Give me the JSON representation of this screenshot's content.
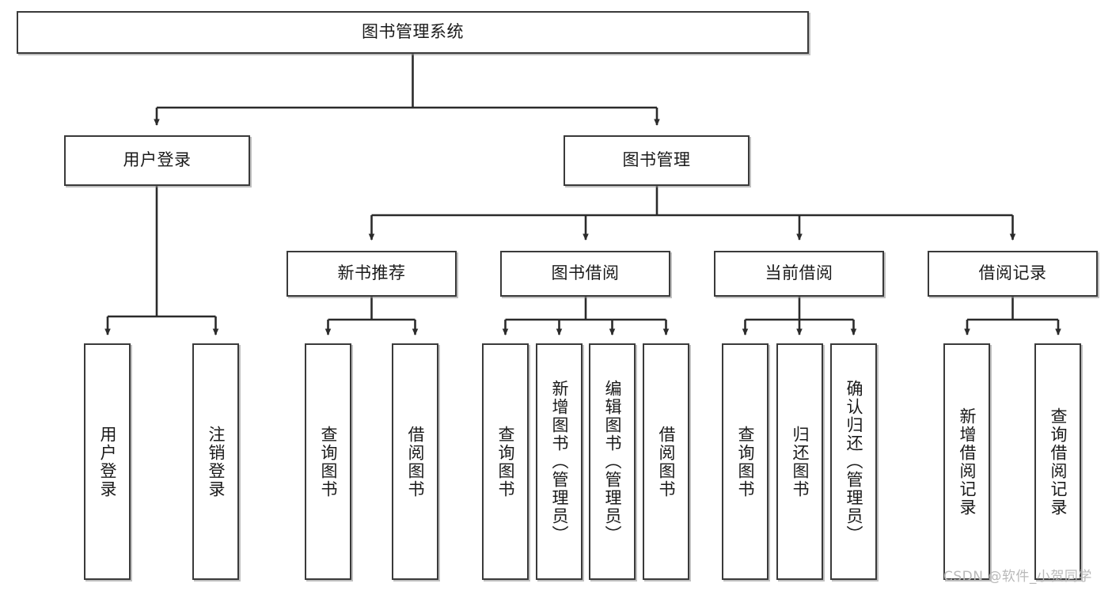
{
  "diagram": {
    "type": "tree-hierarchy",
    "title": "图书管理系统",
    "orientation": "top-down",
    "colors": {
      "box_border": "#3a3a3a",
      "box_fill": "#ffffff",
      "connector": "#2b2b2b",
      "text": "#1a1a1a",
      "watermark": "#b9b9b9",
      "background": "#ffffff"
    },
    "levels": [
      {
        "level": 1,
        "nodes": [
          {
            "id": "root",
            "label": "图书管理系统",
            "text_orientation": "horizontal"
          }
        ]
      },
      {
        "level": 2,
        "nodes": [
          {
            "id": "user-login",
            "label": "用户登录",
            "text_orientation": "horizontal",
            "parent": "root"
          },
          {
            "id": "book-manage",
            "label": "图书管理",
            "text_orientation": "horizontal",
            "parent": "root"
          }
        ]
      },
      {
        "level": 3,
        "nodes": [
          {
            "id": "new-book-rec",
            "label": "新书推荐",
            "text_orientation": "horizontal",
            "parent": "book-manage"
          },
          {
            "id": "book-borrow",
            "label": "图书借阅",
            "text_orientation": "horizontal",
            "parent": "book-manage"
          },
          {
            "id": "current-borrow",
            "label": "当前借阅",
            "text_orientation": "horizontal",
            "parent": "book-manage"
          },
          {
            "id": "borrow-record",
            "label": "借阅记录",
            "text_orientation": "horizontal",
            "parent": "book-manage"
          }
        ]
      },
      {
        "level": 4,
        "nodes": [
          {
            "id": "leaf-user-login",
            "label": "用户登录",
            "text_orientation": "vertical",
            "parent": "user-login"
          },
          {
            "id": "leaf-logout",
            "label": "注销登录",
            "text_orientation": "vertical",
            "parent": "user-login"
          },
          {
            "id": "leaf-query-book-1",
            "label": "查询图书",
            "text_orientation": "vertical",
            "parent": "new-book-rec"
          },
          {
            "id": "leaf-borrow-book-1",
            "label": "借阅图书",
            "text_orientation": "vertical",
            "parent": "new-book-rec"
          },
          {
            "id": "leaf-query-book-2",
            "label": "查询图书",
            "text_orientation": "vertical",
            "parent": "book-borrow"
          },
          {
            "id": "leaf-add-book",
            "label": "新增图书（管理员）",
            "text_orientation": "vertical",
            "parent": "book-borrow"
          },
          {
            "id": "leaf-edit-book",
            "label": "编辑图书（管理员）",
            "text_orientation": "vertical",
            "parent": "book-borrow"
          },
          {
            "id": "leaf-borrow-book-2",
            "label": "借阅图书",
            "text_orientation": "vertical",
            "parent": "book-borrow"
          },
          {
            "id": "leaf-query-book-3",
            "label": "查询图书",
            "text_orientation": "vertical",
            "parent": "current-borrow"
          },
          {
            "id": "leaf-return-book",
            "label": "归还图书",
            "text_orientation": "vertical",
            "parent": "current-borrow"
          },
          {
            "id": "leaf-confirm-return",
            "label": "确认归还（管理员）",
            "text_orientation": "vertical",
            "parent": "current-borrow"
          },
          {
            "id": "leaf-add-record",
            "label": "新增借阅记录",
            "text_orientation": "vertical",
            "parent": "borrow-record"
          },
          {
            "id": "leaf-query-record",
            "label": "查询借阅记录",
            "text_orientation": "vertical",
            "parent": "borrow-record"
          }
        ]
      }
    ]
  },
  "watermark": {
    "text": "CSDN @软件_小贺同学"
  }
}
